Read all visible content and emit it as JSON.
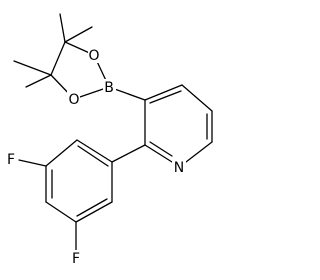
{
  "molecule": {
    "atoms": [
      {
        "label": "B"
      },
      {
        "label": "O"
      },
      {
        "label": "O"
      },
      {
        "label": "N"
      },
      {
        "label": "F"
      },
      {
        "label": "F"
      }
    ]
  },
  "colors": {
    "bond": "#000000",
    "label": "#000000",
    "background": "#ffffff"
  }
}
